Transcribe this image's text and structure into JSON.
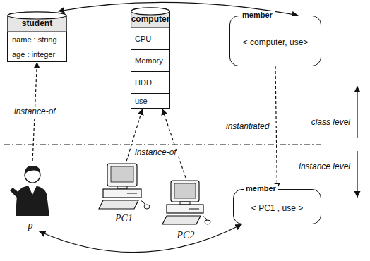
{
  "diagram": {
    "nodes": [
      {
        "text": [
          "student",
          "name : string",
          "age : integer"
        ]
      },
      {
        "text": [
          "computer",
          "CPU",
          "Memory",
          "HDD",
          "use"
        ]
      },
      {
        "text": [
          "member",
          "< computer, use>"
        ]
      },
      {
        "text": [
          "p"
        ]
      },
      {
        "text": [
          "PC1"
        ]
      },
      {
        "text": [
          "PC2"
        ]
      },
      {
        "text": [
          "member",
          "< PC1 , use >"
        ]
      }
    ],
    "edges": [
      {
        "from": 3,
        "to": 0,
        "arrow": "to",
        "label": "instance-of"
      },
      {
        "from": 4,
        "to": 1,
        "arrow": "to",
        "label": "instance-of"
      },
      {
        "from": 5,
        "to": 1,
        "arrow": "to"
      },
      {
        "from": 2,
        "to": 6,
        "arrow": "to",
        "label": "instantiated"
      },
      {
        "from": 0,
        "to": 2,
        "arrow": "both"
      },
      {
        "from": 3,
        "to": 6,
        "arrow": "both"
      }
    ],
    "labels": [
      "class level",
      "instance level"
    ]
  }
}
